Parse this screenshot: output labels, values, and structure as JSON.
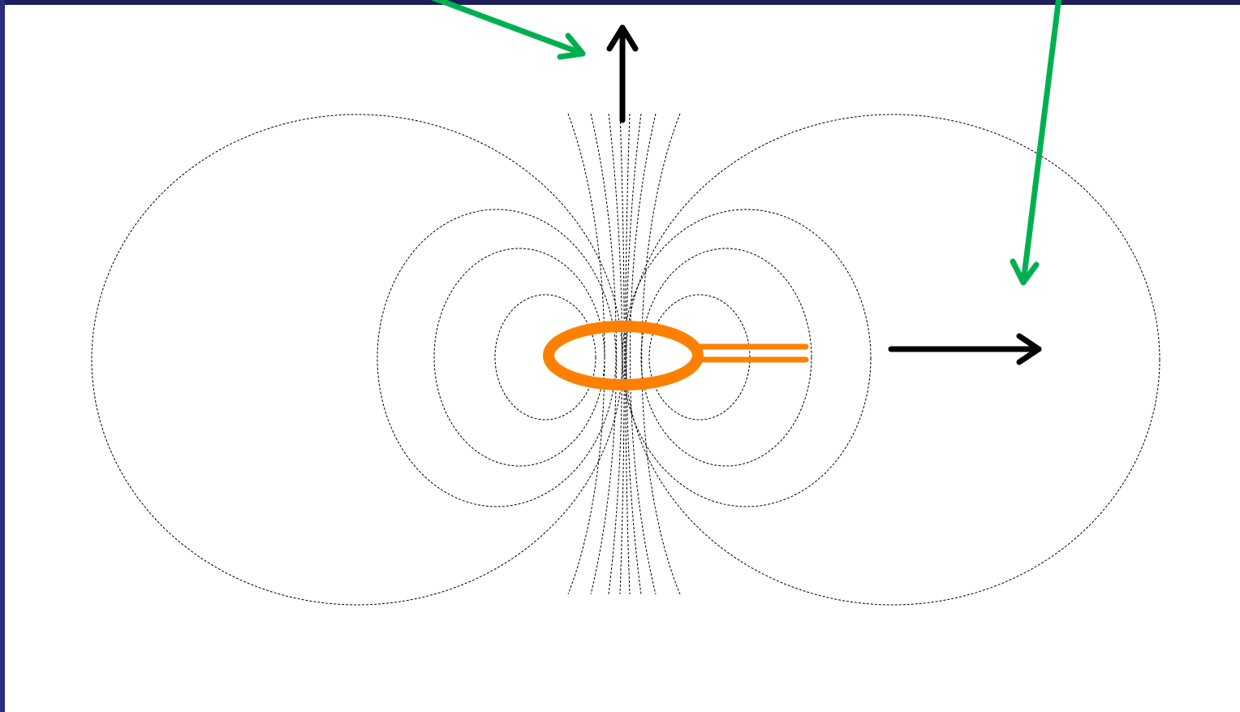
{
  "colors": {
    "frame_top": "#1c1f5a",
    "frame_left": "#2a2d80",
    "field_lines": "#000000",
    "antenna_loop": "#ff8000",
    "callout_arrows": "#00b050",
    "vector_arrows": "#000000"
  },
  "diagram": {
    "elements": [
      "loop-antenna",
      "magnetic-field-lines",
      "axial-field-arrow",
      "radial-field-arrow",
      "callout-arrow-near-field-axis",
      "callout-arrow-far-field"
    ]
  }
}
